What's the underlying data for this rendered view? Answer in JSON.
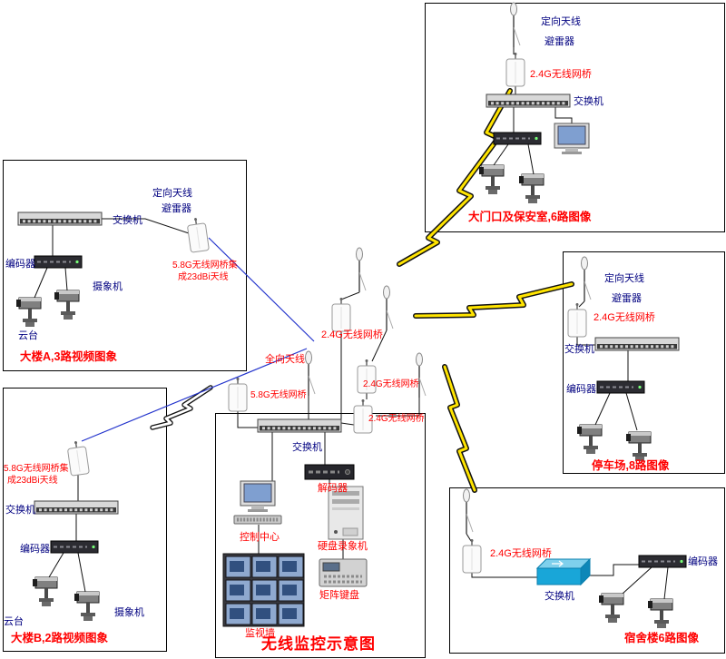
{
  "diagram": {
    "title": "无线监控示意图"
  },
  "colors": {
    "caption_red": "#ff0000",
    "label_blue": "#000080",
    "bolt_yellow": "#ffe400",
    "switch_blue": "#19a6d8"
  },
  "regions": {
    "gate": {
      "caption": "大门口及保安室,6路图像",
      "antenna": "定向天线",
      "arrester": "避雷器",
      "bridge": "2.4G无线网桥",
      "switch": "交换机"
    },
    "building_a": {
      "caption": "大楼A,3路视频图象",
      "antenna": "定向天线",
      "arrester": "避雷器",
      "switch": "交换机",
      "bridge_line1": "5.8G无线网桥集",
      "bridge_line2": "成23dBi天线",
      "encoder": "编码器",
      "camera": "摄象机",
      "pan_tilt": "云台"
    },
    "building_b": {
      "caption": "大楼B,2路视频图象",
      "bridge_line1": "5.8G无线网桥集",
      "bridge_line2": "成23dBi天线",
      "switch": "交换机",
      "encoder": "编码器",
      "pan_tilt": "云台",
      "camera": "摄象机"
    },
    "center": {
      "relay_bridge": "2.4G无线网桥",
      "omni_antenna": "全向天线",
      "bridge_58": "5.8G无线网桥",
      "bridge_24_upper": "2.4G无线网桥",
      "bridge_24_lower": "2.4G无线网桥",
      "switch": "交换机",
      "decoder": "解码器",
      "control_center": "控制中心",
      "dvr": "硬盘录象机",
      "matrix_keyboard": "矩阵键盘",
      "monitor_wall": "监视墙"
    },
    "parking": {
      "caption": "停车场,8路图像",
      "antenna": "定向天线",
      "arrester": "避雷器",
      "bridge": "2.4G无线网桥",
      "switch": "交换机",
      "encoder": "编码器"
    },
    "dorm": {
      "caption": "宿舍楼6路图像",
      "bridge": "2.4G无线网桥",
      "switch": "交换机",
      "encoder": "编码器"
    }
  }
}
